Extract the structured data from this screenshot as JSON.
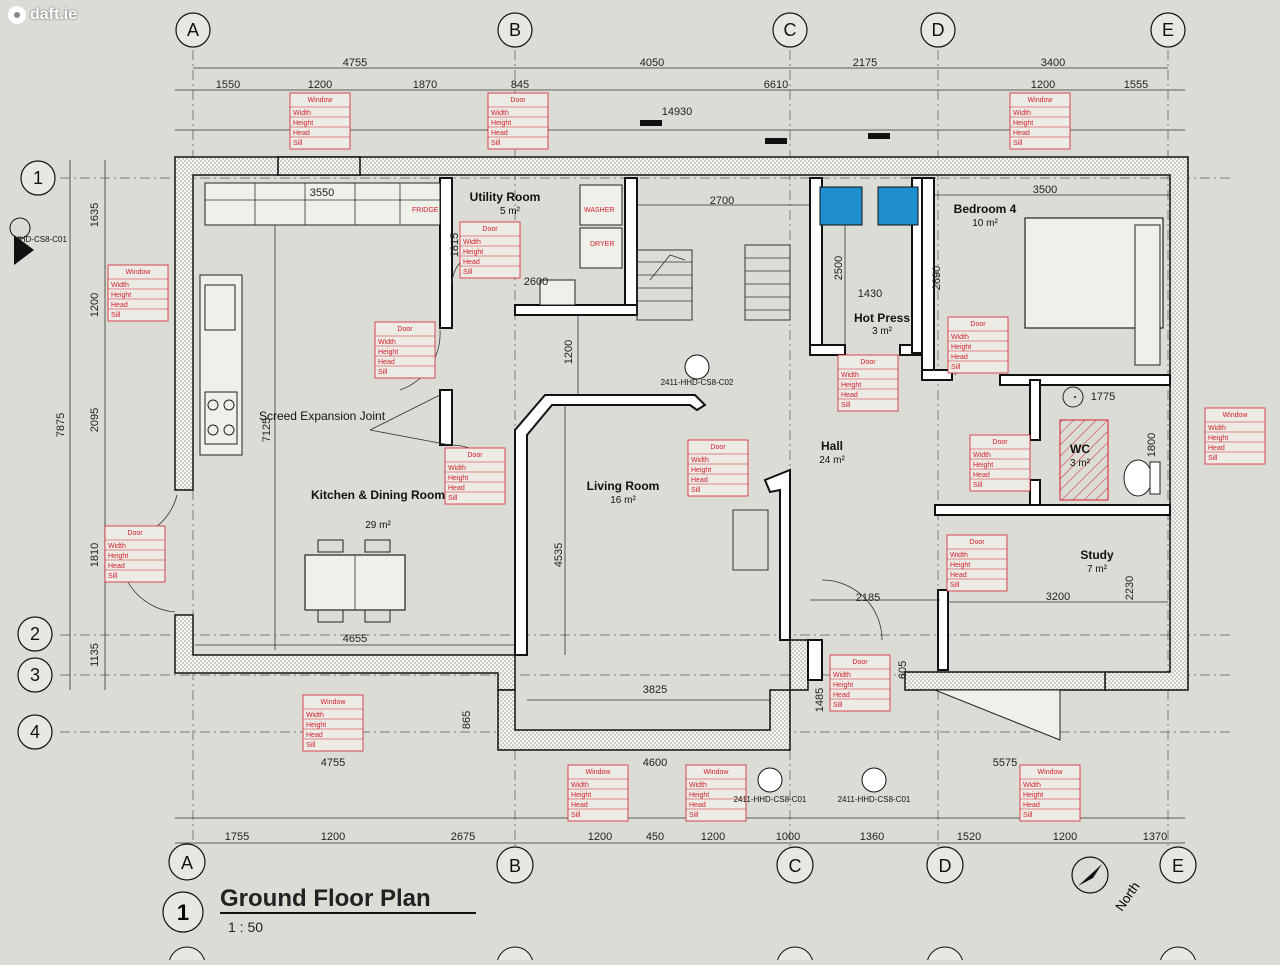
{
  "watermark": "daft.ie",
  "title": "Ground Floor Plan",
  "drawing_number": "1",
  "scale": "1 : 50",
  "north_label": "North",
  "grid_columns": [
    "A",
    "B",
    "C",
    "D",
    "E"
  ],
  "grid_rows": [
    "1",
    "2",
    "3",
    "4"
  ],
  "rooms": {
    "utility": {
      "name": "Utility Room",
      "area": "5 m²"
    },
    "bedroom4": {
      "name": "Bedroom 4",
      "area": "10 m²"
    },
    "hotpress": {
      "name": "Hot Press",
      "area": "3 m²"
    },
    "kitchen": {
      "name": "Kitchen & Dining Room",
      "area": "29 m²"
    },
    "living": {
      "name": "Living Room",
      "area": "16 m²"
    },
    "hall": {
      "name": "Hall",
      "area": "24 m²"
    },
    "wc": {
      "name": "WC",
      "area": "3 m²"
    },
    "study": {
      "name": "Study",
      "area": "7 m²"
    }
  },
  "notes": {
    "screed": "Screed Expansion Joint",
    "fridge": "FRIDGE",
    "washer": "WASHER",
    "dryer": "DRYER",
    "section_ref_1": "2411-HHD-CS8-C01",
    "section_ref_2": "2411-HHD-CS8-C02",
    "section_ref_3": "2411-HHD-CS8-C01",
    "section_ref_4": "2411-HHD-CS8-C01",
    "section_ref_5": "HHD-CS8-C01"
  },
  "dims_top": [
    "4755",
    "4050",
    "2175",
    "3400"
  ],
  "dims_top2": [
    "1550",
    "1200",
    "1870",
    "845",
    "6610",
    "1200",
    "1555"
  ],
  "dims_overall_top": "14930",
  "dims_bottom": [
    "1755",
    "1200",
    "2675",
    "1200",
    "450",
    "1200",
    "1000",
    "1360",
    "1520",
    "1200",
    "1370"
  ],
  "dims_bottom2": [
    "4755",
    "4600",
    "5575"
  ],
  "dims_left": [
    "1635",
    "1200",
    "2095",
    "1810",
    "1135",
    "7875"
  ],
  "dims_inner": {
    "kitchen_w": "3550",
    "kitchen_h": "7125",
    "kitchen_bottom": "4655",
    "utility_h": "1815",
    "utility_w": "2600",
    "stair_w": "2700",
    "stair_h": "1200",
    "living_h": "4535",
    "living_w": "3825",
    "hall_w": "2185",
    "hotpress_h": "2500",
    "hotpress_w": "1430",
    "bedroom_w": "3500",
    "bedroom_h": "2690",
    "wc_w": "1775",
    "wc_h": "1800",
    "study_w": "3200",
    "study_h": "2230",
    "porch_h": "1485",
    "porch_w": "605",
    "living_step": "865"
  },
  "tags": {
    "window": {
      "head": "Window",
      "rows": [
        "Width",
        "Height",
        "Head",
        "Sill"
      ]
    },
    "door": {
      "head": "Door",
      "rows": [
        "Width",
        "Height",
        "Head",
        "Sill"
      ]
    }
  },
  "colors": {
    "tag_red": "#d2202a",
    "tank_blue": "#1f8fd0",
    "paper": "#dcdcd6"
  }
}
